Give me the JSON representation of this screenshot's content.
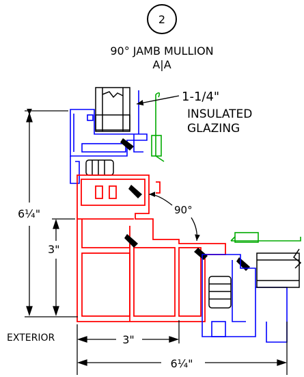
{
  "header": {
    "detail_number": "2",
    "title": "90° JAMB MULLION",
    "section_ref": "A|A"
  },
  "callouts": {
    "glazing_line1": "1-1/4\"",
    "glazing_line2": "INSULATED",
    "glazing_line3": "GLAZING",
    "angle": "90°"
  },
  "dimensions": {
    "height_total": "6¼\"",
    "height_partial": "3\"",
    "width_partial": "3\"",
    "width_total": "6¼\""
  },
  "labels": {
    "exterior": "EXTERIOR"
  },
  "colors": {
    "mullion": "#ff0000",
    "glazing_frame": "#0000ff",
    "gasket": "#00aa00",
    "annotation": "#000000"
  }
}
